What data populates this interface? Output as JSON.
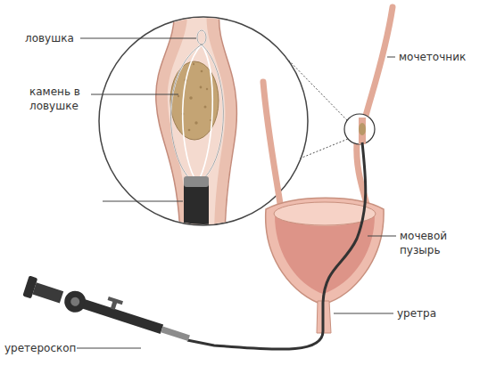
{
  "diagram": {
    "labels": [
      "ловушка",
      "камень в ловушке",
      "мочеточник",
      "мочевой пузырь",
      "уретра",
      "уретероскоп"
    ]
  }
}
